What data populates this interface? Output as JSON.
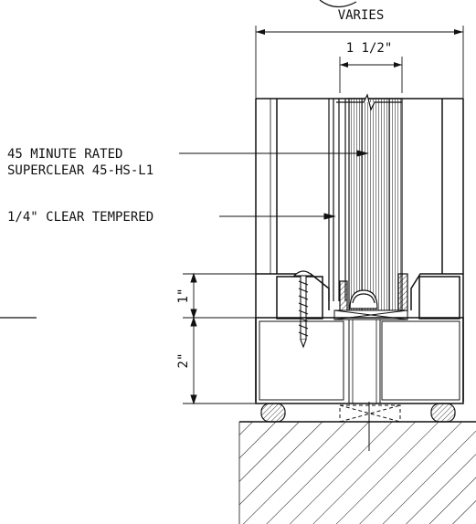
{
  "dimensions": {
    "overall_width": "VARIES",
    "glazing_thickness": "1 1/2\"",
    "upper_height": "1\"",
    "lower_height": "2\""
  },
  "callouts": {
    "rated_glass_line1": "45 MINUTE RATED",
    "rated_glass_line2": "SUPERCLEAR 45-HS-L1",
    "tempered_glass": "1/4\" CLEAR TEMPERED"
  },
  "colors": {
    "line": "#111111",
    "background": "#ffffff"
  }
}
